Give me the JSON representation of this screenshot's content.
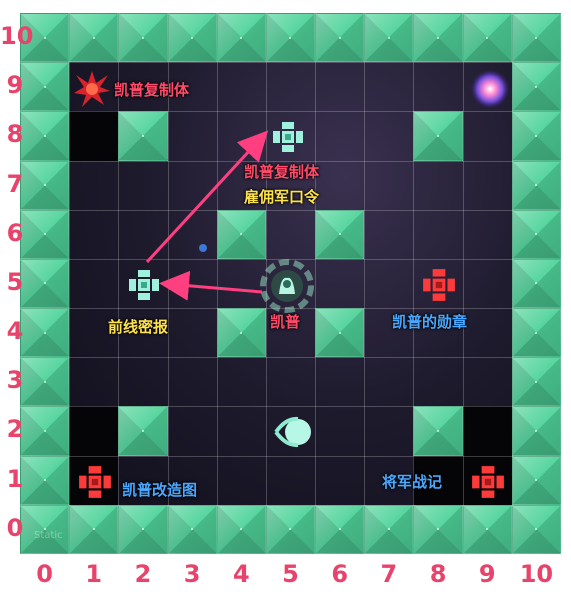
{
  "x_axis": [
    "0",
    "1",
    "2",
    "3",
    "4",
    "5",
    "6",
    "7",
    "8",
    "9",
    "10"
  ],
  "y_axis": [
    "10",
    "9",
    "8",
    "7",
    "6",
    "5",
    "4",
    "3",
    "2",
    "1",
    "0"
  ],
  "labels": {
    "replica_top": "凯普复制体",
    "replica_mid": "凯普复制体",
    "mercenary_cmd": "雇佣军口令",
    "frontline": "前线密报",
    "kaipu": "凯普",
    "medal": "凯普的勋章",
    "modification": "凯普改造图",
    "general_notes": "将军战记"
  },
  "watermark": "Static",
  "colors": {
    "wall": "#4fd39a",
    "axis": "#e8436b",
    "arrow": "#ff3f7f",
    "red_token": "#ff3a3a",
    "teal_token": "#9ff0dd"
  },
  "icons": [
    "explosion-icon",
    "galaxy-portal-icon",
    "cross-token-icon",
    "kaipu-hero-icon",
    "orb-icon"
  ]
}
